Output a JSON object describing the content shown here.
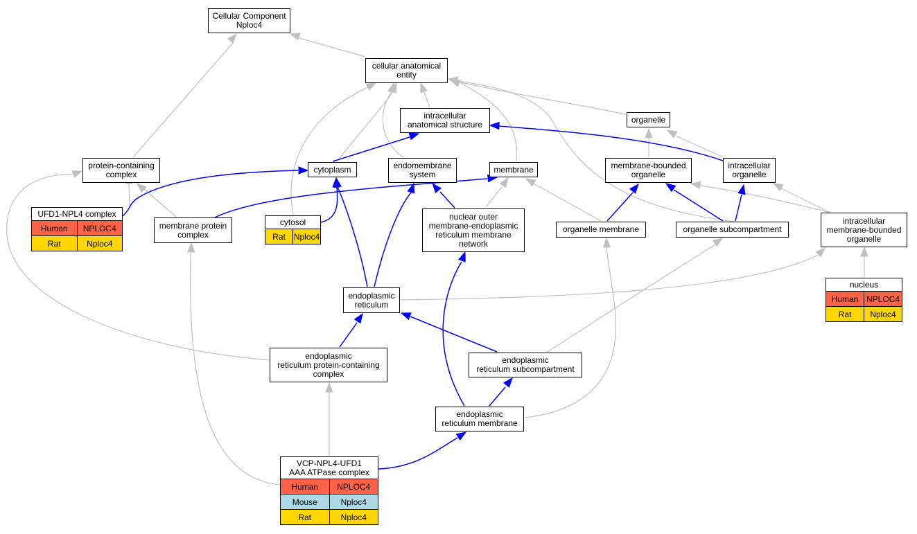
{
  "colors": {
    "gray_edge": "#c0c0c0",
    "blue_edge": "#0000ff",
    "human": "#ff6347",
    "rat": "#ffd700",
    "mouse": "#add8e6"
  },
  "nodes": {
    "cc": "Cellular Component\nNploc4",
    "cae": "cellular anatomical\nentity",
    "ias": "intracellular\nanatomical structure",
    "organelle": "organelle",
    "pcc": "protein-containing\ncomplex",
    "cytoplasm": "cytoplasm",
    "endomembrane": "endomembrane\nsystem",
    "membrane": "membrane",
    "mbo": "membrane-bounded\norganelle",
    "io": "intracellular\norganelle",
    "mpc": "membrane protein\ncomplex",
    "nuclear_outer": "nuclear outer\nmembrane-endoplasmic\nreticulum membrane\nnetwork",
    "org_membrane": "organelle membrane",
    "org_subcomp": "organelle subcompartment",
    "imbo": "intracellular\nmembrane-bounded\norganelle",
    "er": "endoplasmic\nreticulum",
    "erpcc": "endoplasmic\nreticulum protein-containing\ncomplex",
    "ersub": "endoplasmic\nreticulum subcompartment",
    "erm": "endoplasmic\nreticulum membrane"
  },
  "tables": {
    "ufd1": {
      "title": "UFD1-NPL4 complex",
      "rows": [
        {
          "species": "Human",
          "gene": "NPLOC4"
        },
        {
          "species": "Rat",
          "gene": "Nploc4"
        }
      ]
    },
    "cytosol": {
      "title": "cytosol",
      "rows": [
        {
          "species": "Rat",
          "gene": "Nploc4"
        }
      ]
    },
    "nucleus": {
      "title": "nucleus",
      "rows": [
        {
          "species": "Human",
          "gene": "NPLOC4"
        },
        {
          "species": "Rat",
          "gene": "Nploc4"
        }
      ]
    },
    "vcp": {
      "title": "VCP-NPL4-UFD1\nAAA ATPase complex",
      "rows": [
        {
          "species": "Human",
          "gene": "NPLOC4"
        },
        {
          "species": "Mouse",
          "gene": "Nploc4"
        },
        {
          "species": "Rat",
          "gene": "Nploc4"
        }
      ]
    }
  }
}
